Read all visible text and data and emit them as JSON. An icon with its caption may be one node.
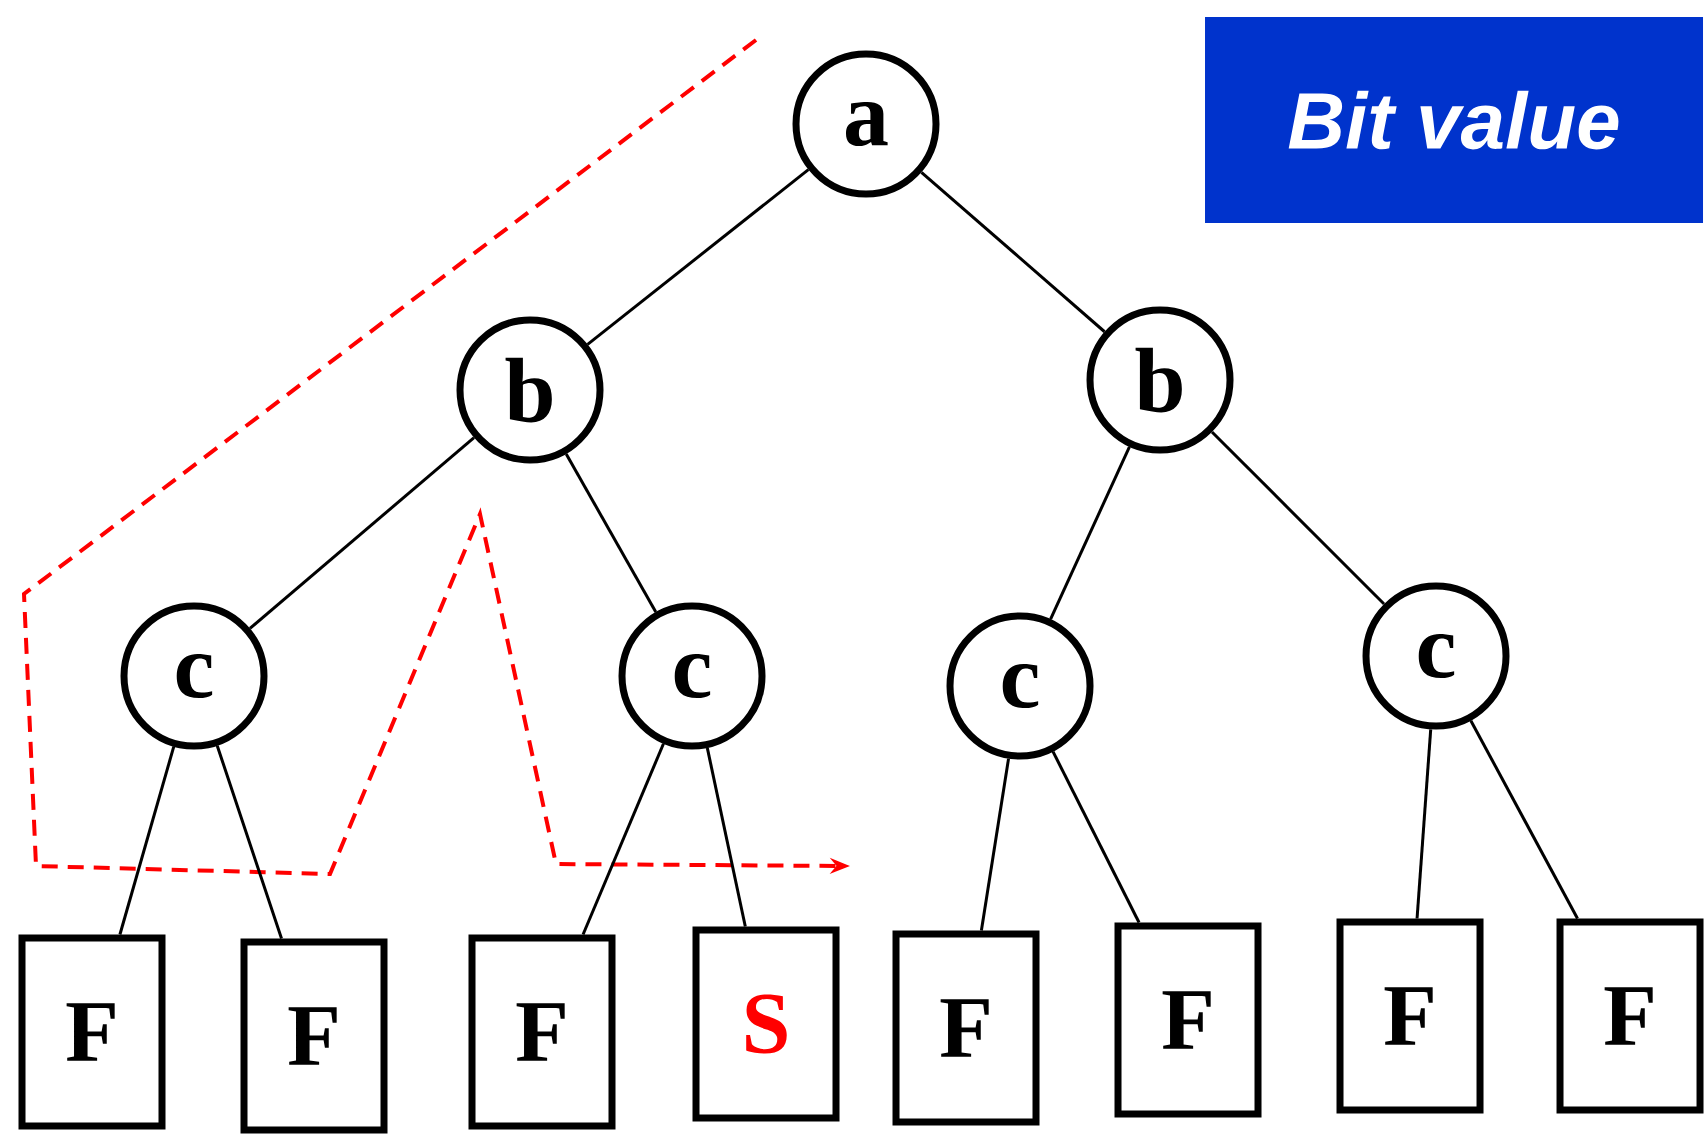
{
  "diagram": {
    "nodes": [
      {
        "text": [
          "a"
        ]
      },
      {
        "text": [
          "b"
        ]
      },
      {
        "text": [
          "b"
        ]
      },
      {
        "text": [
          "c"
        ]
      },
      {
        "text": [
          "c"
        ]
      },
      {
        "text": [
          "c"
        ]
      },
      {
        "text": [
          "c"
        ]
      },
      {
        "text": [
          "F"
        ]
      },
      {
        "text": [
          "F"
        ]
      },
      {
        "text": [
          "F"
        ]
      },
      {
        "text": [
          "S"
        ]
      },
      {
        "text": [
          "F"
        ]
      },
      {
        "text": [
          "F"
        ]
      },
      {
        "text": [
          "F"
        ]
      },
      {
        "text": [
          "F"
        ]
      },
      {
        "text": [
          "Bit value"
        ]
      }
    ],
    "edges": [
      {
        "from": 0,
        "to": 1,
        "arrow": "none"
      },
      {
        "from": 0,
        "to": 2,
        "arrow": "none"
      },
      {
        "from": 1,
        "to": 3,
        "arrow": "none"
      },
      {
        "from": 1,
        "to": 4,
        "arrow": "none"
      },
      {
        "from": 2,
        "to": 5,
        "arrow": "none"
      },
      {
        "from": 2,
        "to": 6,
        "arrow": "none"
      },
      {
        "from": 3,
        "to": 7,
        "arrow": "none"
      },
      {
        "from": 3,
        "to": 8,
        "arrow": "none"
      },
      {
        "from": 4,
        "to": 9,
        "arrow": "none"
      },
      {
        "from": 4,
        "to": 10,
        "arrow": "none"
      },
      {
        "from": 5,
        "to": 11,
        "arrow": "none"
      },
      {
        "from": 5,
        "to": 12,
        "arrow": "none"
      },
      {
        "from": 6,
        "to": 13,
        "arrow": "none"
      },
      {
        "from": 6,
        "to": 14,
        "arrow": "none"
      }
    ]
  }
}
